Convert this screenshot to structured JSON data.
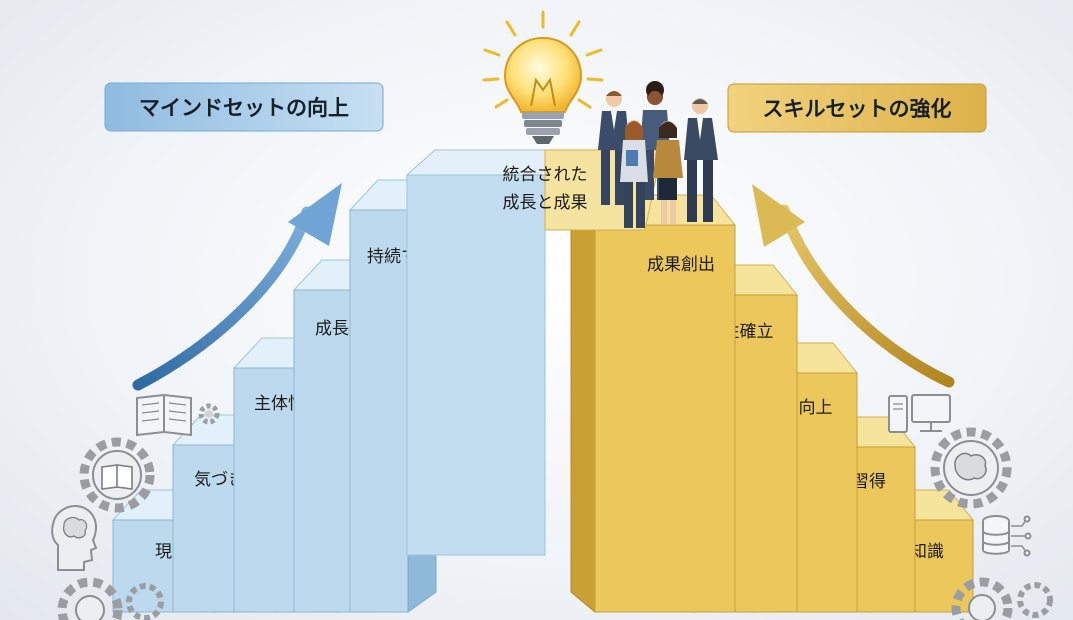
{
  "titles": {
    "left": "マインドセットの向上",
    "right": "スキルセットの強化"
  },
  "center": {
    "line1": "統合された",
    "line2": "成長と成果"
  },
  "mindset_steps": [
    "現状維持",
    "気づきと受容",
    "主体性の発揮",
    "成長への挑戦",
    "持続する自信"
  ],
  "skill_steps": [
    "基礎知識",
    "技術習得",
    "実践力向上",
    "専門性確立",
    "成果創出"
  ],
  "colors": {
    "mindset_front": "#bcd9ee",
    "mindset_side": "#8fb9d9",
    "mindset_top": "#e2f0fa",
    "skill_front": "#ecc75c",
    "skill_side": "#c9a033",
    "skill_top": "#f6e39c",
    "mindset_title_bg": "#a9cce6",
    "skill_title_bg": "#e8c463",
    "arrow_blue": "#4f86bd",
    "arrow_gold": "#c9a032"
  },
  "icons": {
    "left": [
      "book-icon",
      "gear-icon",
      "brain-head-icon"
    ],
    "right": [
      "computer-icon",
      "brain-gear-icon",
      "database-icon"
    ]
  }
}
